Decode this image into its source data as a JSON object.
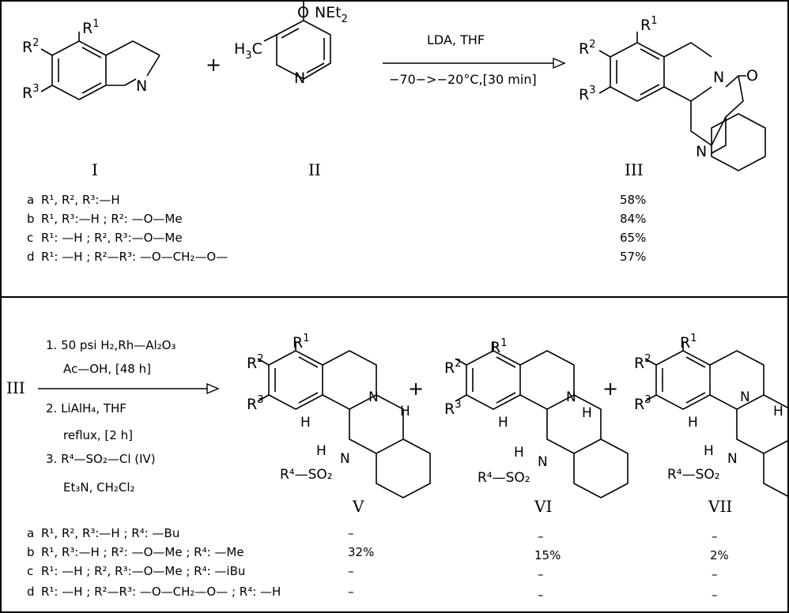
{
  "scheme1": {
    "reactant1_labels": {
      "r1": "R",
      "r1_sup": "1",
      "r2": "R",
      "r2_sup": "2",
      "r3": "R",
      "r3_sup": "3",
      "n": "N"
    },
    "plus": "+",
    "reactant2_labels": {
      "amide_n": "NEt",
      "amide_n_sub": "2",
      "carbonyl_o": "O",
      "methyl_h": "H",
      "methyl_sub": "3",
      "methyl_c": "C",
      "ring_n": "N"
    },
    "reagent_top": "LDA,  THF",
    "reagent_bottom": "−70−>−20°C,[30 min]",
    "product_labels": {
      "r1": "R",
      "r1_sup": "1",
      "r2": "R",
      "r2_sup": "2",
      "r3": "R",
      "r3_sup": "3",
      "n": "N",
      "o": "O",
      "ring_n": "N"
    },
    "compound_labels": [
      "I",
      "II",
      "III"
    ],
    "rows": [
      {
        "letter": "a",
        "subst": "R¹, R², R³:—H",
        "yield": "58%"
      },
      {
        "letter": "b",
        "subst": "R¹, R³:—H ; R²: —O—Me",
        "yield": "84%"
      },
      {
        "letter": "c",
        "subst": "R¹: —H ; R², R³:—O—Me",
        "yield": "65%"
      },
      {
        "letter": "d",
        "subst": "R¹: —H ; R²—R³: —O—CH₂—O—",
        "yield": "57%"
      }
    ]
  },
  "scheme2": {
    "start_label": "III",
    "steps": [
      "1. 50 psi H₂,Rh—Al₂O₃",
      "Ac—OH,  [48 h]",
      "2. LiAlH₄,  THF",
      "reflux, [2 h]",
      "3. R⁴—SO₂—Cl  (IV)",
      "Et₃N,  CH₂Cl₂"
    ],
    "plus": "+",
    "product_labels": {
      "r1": "R",
      "r1_sup": "1",
      "r2": "R",
      "r2_sup": "2",
      "r3": "R",
      "r3_sup": "3",
      "n_top": "N",
      "n_bottom": "N",
      "h": "H",
      "sulfonyl": "R⁴—SO₂"
    },
    "compound_labels": [
      "V",
      "VI",
      "VII"
    ],
    "rows": [
      {
        "letter": "a",
        "subst": "R¹, R², R³:—H ; R⁴: —Bu",
        "v": "–",
        "vi": "–",
        "vii": "–"
      },
      {
        "letter": "b",
        "subst": "R¹, R³:—H ; R²: —O—Me ; R⁴: —Me",
        "v": "32%",
        "vi": "15%",
        "vii": "2%"
      },
      {
        "letter": "c",
        "subst": "R¹: —H ; R², R³:—O—Me ; R⁴: —iBu",
        "v": "–",
        "vi": "–",
        "vii": "–"
      },
      {
        "letter": "d",
        "subst": "R¹: —H ; R²—R³: —O—CH₂—O— ; R⁴: —H",
        "v": "–",
        "vi": "–",
        "vii": "–"
      }
    ]
  }
}
